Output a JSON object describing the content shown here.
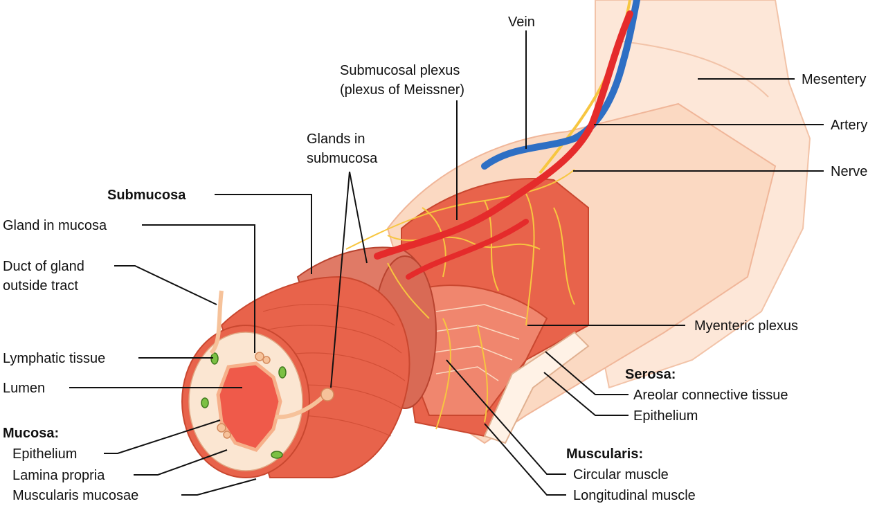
{
  "colors": {
    "muscle": "#e8634b",
    "muscle_dark": "#c9472f",
    "muscle_light": "#f0866e",
    "mucosa_cream": "#fbe6d2",
    "lumen": "#ef5a4a",
    "serosa": "#fbd9c2",
    "mesentery": "#fde7d8",
    "artery": "#e52b2b",
    "vein": "#2e6fc4",
    "nerve": "#f7c640",
    "lymph": "#7bc043"
  },
  "labels": {
    "vein": "Vein",
    "submucosal_plexus_1": "Submucosal plexus",
    "submucosal_plexus_2": "(plexus of Meissner)",
    "glands_submucosa_1": "Glands in",
    "glands_submucosa_2": "submucosa",
    "mesentery": "Mesentery",
    "artery": "Artery",
    "nerve": "Nerve",
    "submucosa": "Submucosa",
    "gland_in_mucosa": "Gland in mucosa",
    "duct_1": "Duct of gland",
    "duct_2": "outside tract",
    "myenteric_plexus": "Myenteric plexus",
    "lymphatic_tissue": "Lymphatic tissue",
    "lumen": "Lumen",
    "serosa_heading": "Serosa:",
    "areolar": "Areolar connective tissue",
    "serosa_epithelium": "Epithelium",
    "mucosa_heading": "Mucosa:",
    "mucosa_epithelium": "Epithelium",
    "lamina_propria": "Lamina propria",
    "muscularis_mucosae": "Muscularis mucosae",
    "muscularis_heading": "Muscularis:",
    "circular_muscle": "Circular muscle",
    "longitudinal_muscle": "Longitudinal muscle"
  }
}
